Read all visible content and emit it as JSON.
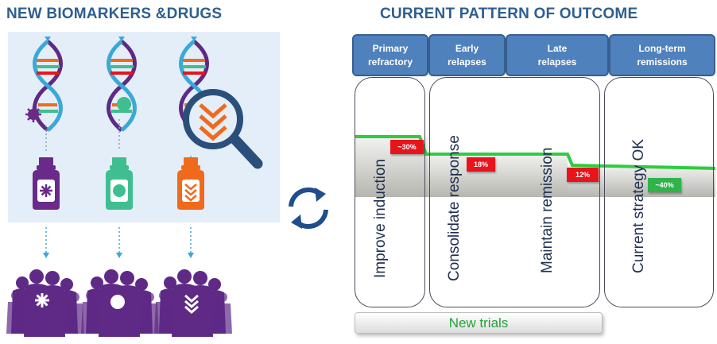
{
  "left_panel": {
    "title": "NEW BIOMARKERS &DRUGS"
  },
  "right_panel": {
    "title": "CURRENT PATTERN OF OUTCOME",
    "headers": [
      "Primary\nrefractory",
      "Early\nrelapses",
      "Late\nrelapses",
      "Long-term\nremissions"
    ],
    "phases": [
      "Improve induction",
      "Consolidate response",
      "Maintain remission",
      "Current strategy OK"
    ],
    "badges": [
      {
        "label": "~30%",
        "color": "#e8141b"
      },
      {
        "label": "18%",
        "color": "#e8141b"
      },
      {
        "label": "12%",
        "color": "#e8141b"
      },
      {
        "label": "~40%",
        "color": "#2fb34a"
      }
    ],
    "trials_label": "New trials"
  },
  "colors": {
    "title_blue": "#2e5f8e",
    "header_blue": "#4f81bd",
    "purple": "#6a2a8a",
    "teal": "#3fbf8f",
    "orange": "#f06a1e",
    "green_line": "#2ecc40"
  }
}
